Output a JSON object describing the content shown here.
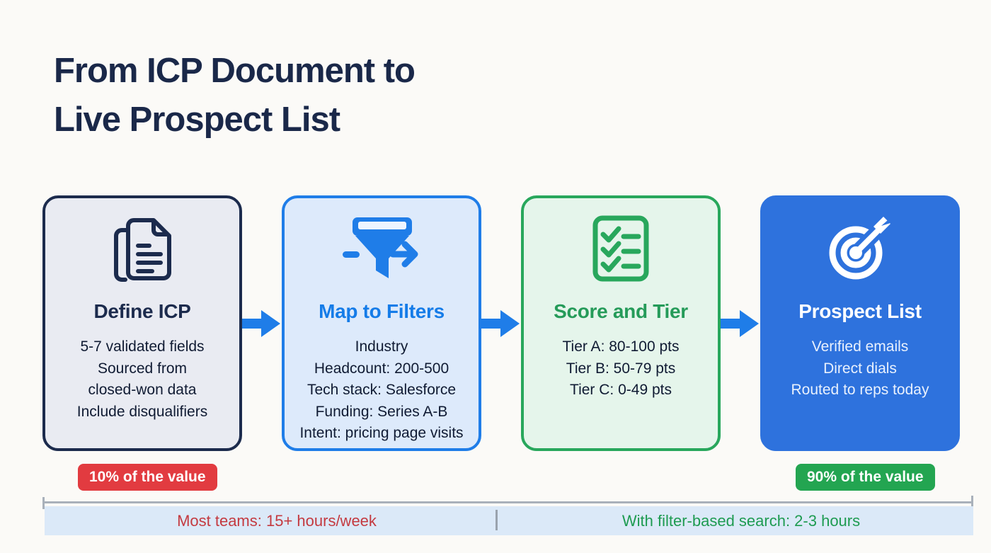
{
  "title": {
    "line1": "From ICP Document to",
    "line2": "Live Prospect List"
  },
  "cards": [
    {
      "id": "define-icp",
      "icon": "document-icon",
      "title": "Define ICP",
      "lines": [
        "5-7 validated fields",
        "Sourced from",
        "closed-won data",
        "Include disqualifiers"
      ],
      "accent": "#1c2b4d",
      "bg": "#e9ebf2"
    },
    {
      "id": "map-to-filters",
      "icon": "funnel-icon",
      "title": "Map to Filters",
      "lines": [
        "Industry",
        "Headcount: 200-500",
        "Tech stack: Salesforce",
        "Funding: Series A-B",
        "Intent: pricing page visits"
      ],
      "accent": "#1f7de8",
      "bg": "#ddeafb"
    },
    {
      "id": "score-and-tier",
      "icon": "checklist-icon",
      "title": "Score and Tier",
      "lines": [
        "Tier A: 80-100 pts",
        "Tier B: 50-79 pts",
        "Tier C: 0-49 pts"
      ],
      "accent": "#28a75c",
      "bg": "#e5f5eb"
    },
    {
      "id": "prospect-list",
      "icon": "target-icon",
      "title": "Prospect List",
      "lines": [
        "Verified emails",
        "Direct dials",
        "Routed to reps today"
      ],
      "accent": "#ffffff",
      "bg": "#2e72dd"
    }
  ],
  "badges": [
    {
      "label": "10% of the value",
      "color": "#e23b40"
    },
    {
      "label": "90% of the value",
      "color": "#23a551"
    }
  ],
  "timeline": {
    "left": {
      "label": "Most teams: 15+ hours/week",
      "color": "#c43a40"
    },
    "right": {
      "label": "With filter-based search: 2-3 hours",
      "color": "#1e9b51"
    },
    "bar_bg": "#dbe9f8"
  },
  "colors": {
    "background": "#fbfaf7",
    "title": "#1a2849",
    "arrow": "#1f7de8",
    "bracket": "#a9b1bb"
  }
}
